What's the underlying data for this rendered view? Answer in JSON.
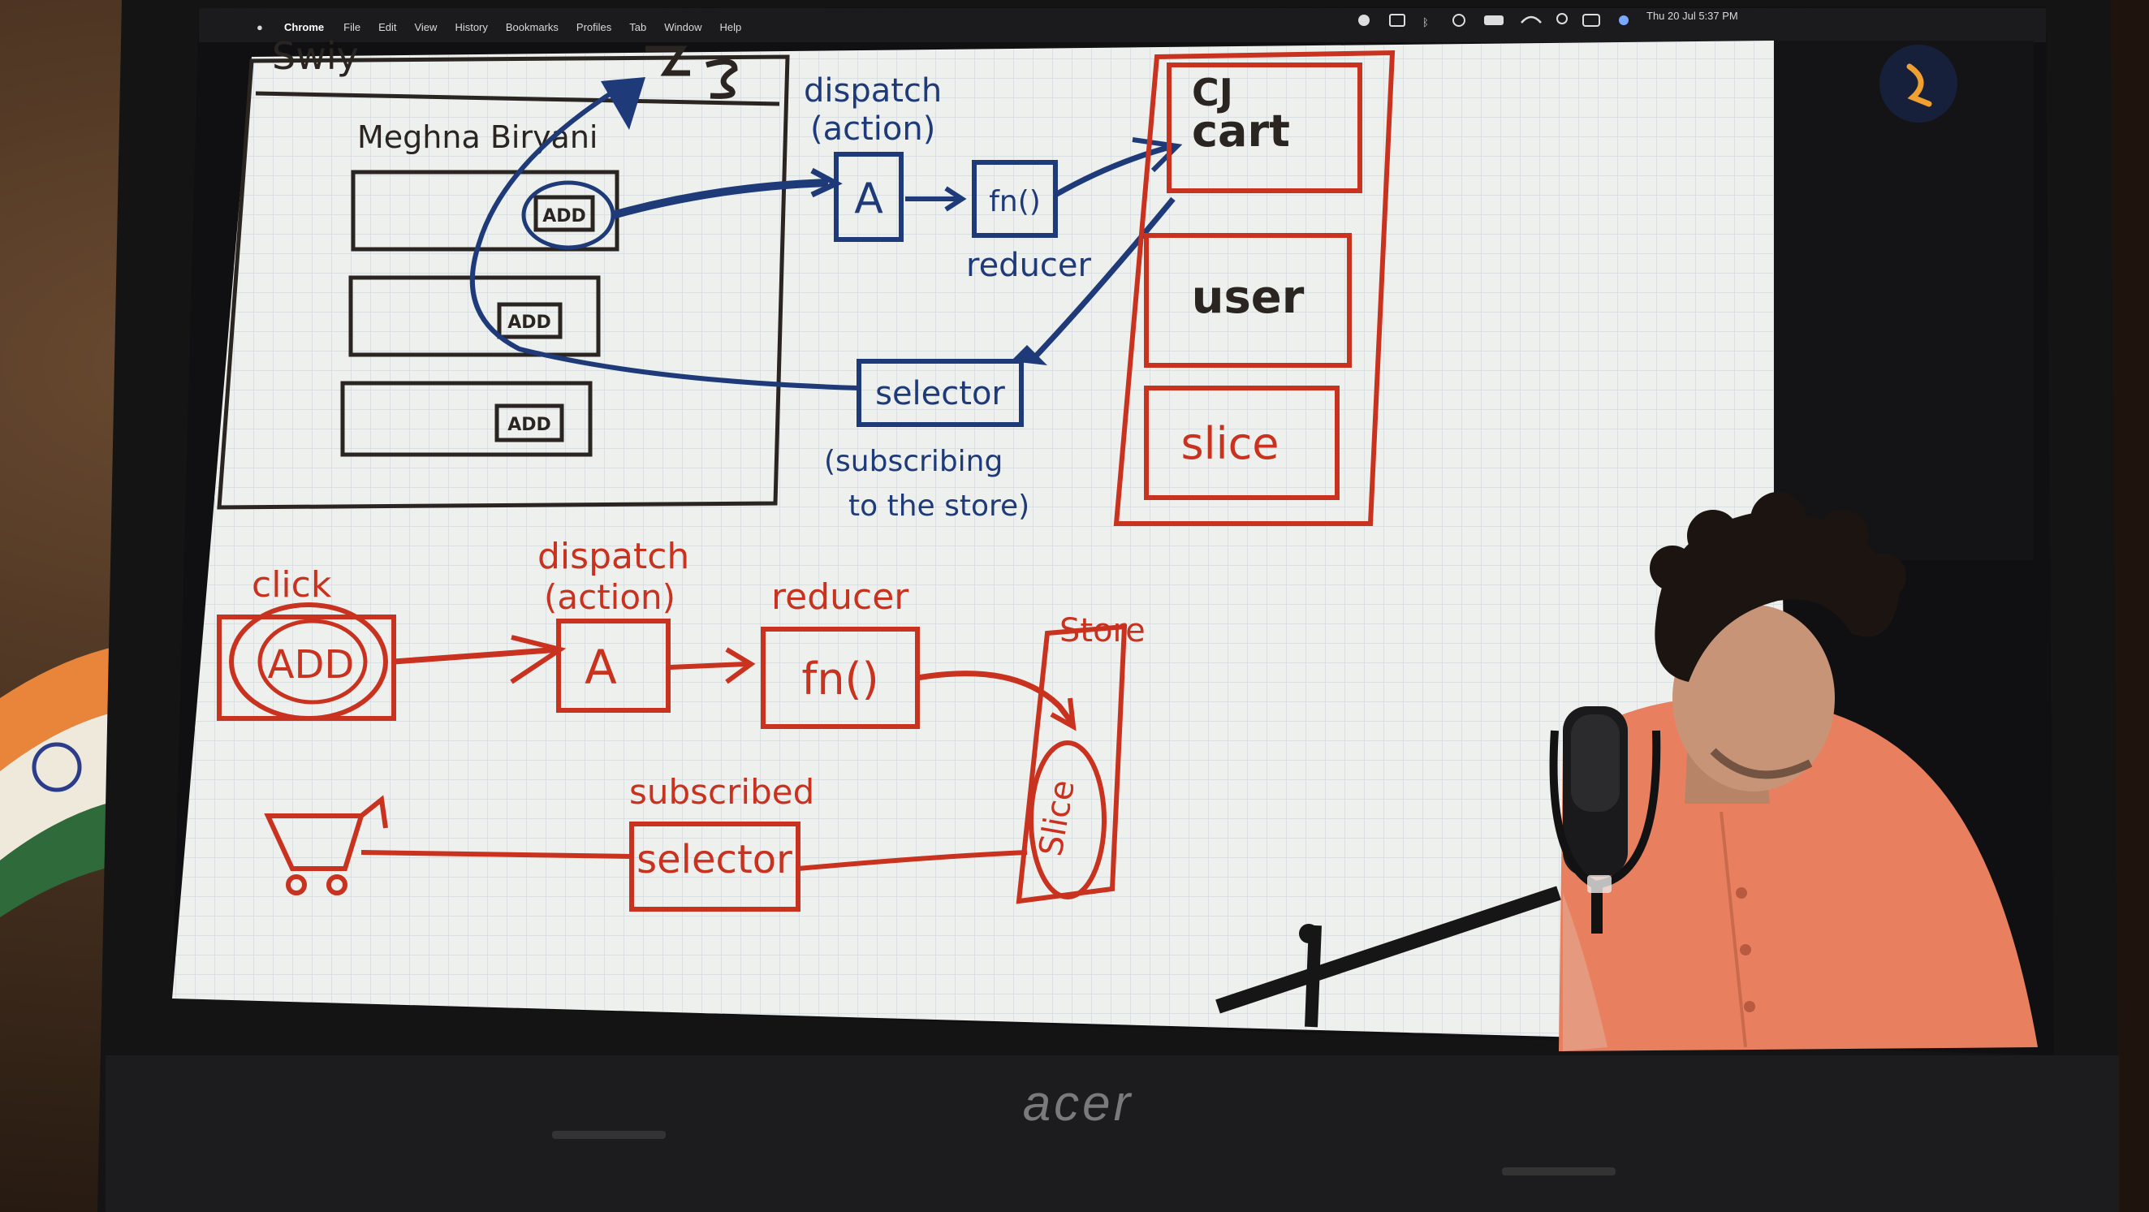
{
  "menubar": {
    "app": "Chrome",
    "items": [
      "File",
      "Edit",
      "View",
      "History",
      "Bookmarks",
      "Profiles",
      "Tab",
      "Window",
      "Help"
    ],
    "clock": "Thu 20 Jul  5:37 PM"
  },
  "board_top": {
    "page_fragment": "Swiy",
    "name": "Meghna Biryani",
    "add_label": "ADD",
    "dispatch_label": "dispatch",
    "action_label": "(action)",
    "action_box": "A",
    "fn_box": "fn()",
    "reducer_label": "reducer",
    "selector_box": "selector",
    "subscribing_line1": "(subscribing",
    "subscribing_line2": "to the store)",
    "cart_line1": "CJ",
    "cart_line2": "cart",
    "user_box": "user",
    "slice_box": "slice"
  },
  "board_bottom": {
    "click_label": "click",
    "add_label": "ADD",
    "dispatch_label": "dispatch",
    "action_label": "(action)",
    "action_box": "A",
    "reducer_label": "reducer",
    "fn_box": "fn()",
    "store_label": "Store",
    "slice_label": "Slice",
    "subscribed_label": "subscribed",
    "selector_box": "selector"
  },
  "laptop_brand": "acer",
  "colors": {
    "blue_ink": "#1e3a78",
    "red_ink": "#c8321e",
    "black_ink": "#2a2520",
    "whiteboard": "#eef0ee",
    "grid": "#cfd6dc",
    "shirt": "#e8805f"
  }
}
